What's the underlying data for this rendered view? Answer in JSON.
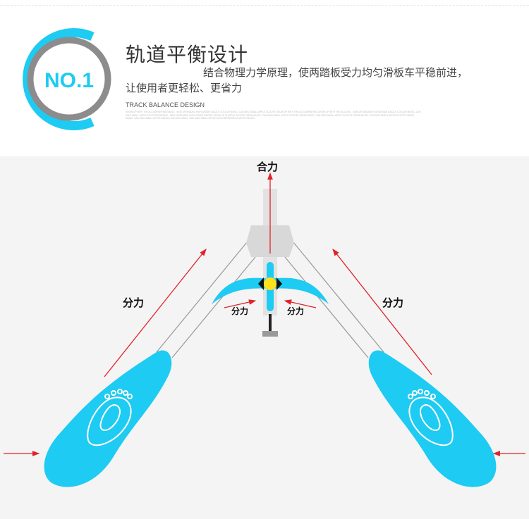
{
  "badge": {
    "text": "NO.1"
  },
  "header": {
    "title": "轨道平衡设计",
    "description_line1": "结合物理力学原理，使两踏板受力均匀滑板车平稳前进，",
    "description_line2": "让使用者更轻松、更省力",
    "english_title": "TRACK BALANCE DESIGN",
    "fine_print": "GROW UP WITH THE ACCOMPANYING MUSIC - NEW UPGRADED HIGH-GRADE DAZZLE COLOUR MUSIC, CAN SING SMALL APPLE SCOOTE GROW UP WITH THE ACCOMPANYING GROW UP WITH THE ACOUSIC - NEW UPGRADED HI GH-GRADE DAZZLE COLOUR MUSIC, CAN SING SMALL APPLE SCOOTERGROWIC - NEW UPGRADED HIGH-GRADE DAZZLE GROW UP IN APPLE SCOOTE GROW MUSIC, CAN SING SMALL APPLE SCOOTE GROW MUSIC, CAN SING SMALL APPLE SCOOTE GROW MUSIC, CAN SING SMALL APPLE SCOOTE GROW MUSIC, CAN SING SMALL APPLE DAZZLE COLOUR MUSIC, CAN SING SMALL APPLE SCOOTERGROW UP WITH THE ACC"
  },
  "diagram": {
    "resultant_force": "合力",
    "component_force_left": "分力",
    "component_force_right": "分力",
    "component_force_center_left": "分力",
    "component_force_center_right": "分力"
  },
  "colors": {
    "accent_blue": "#1ecbf2",
    "ring_gray": "#8c8c8c",
    "arrow_red": "#e0222a",
    "hinge_yellow": "#ffe01a"
  }
}
